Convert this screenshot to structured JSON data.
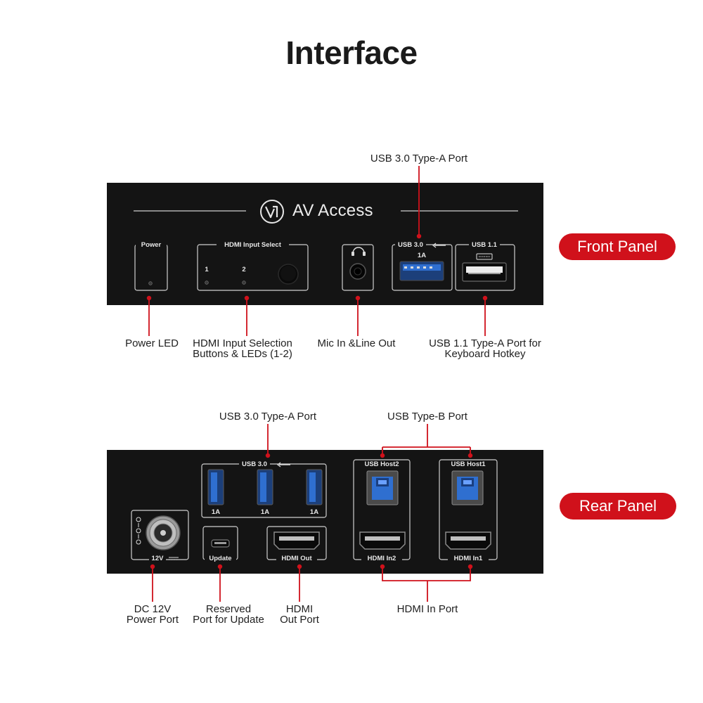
{
  "title": "Interface",
  "colors": {
    "accent": "#d0111b",
    "panel": "#141414",
    "outline": "#cfcfcf",
    "usb_blue": "#2f6fd0"
  },
  "front_panel": {
    "pill": "Front Panel",
    "brand": "AV Access",
    "silk": {
      "power": "Power",
      "hdmi_select": "HDMI Input Select",
      "btn1": "1",
      "btn2": "2",
      "usb30": "USB 3.0",
      "usb30_current": "1A",
      "usb11": "USB 1.1"
    },
    "callouts": {
      "usb30_top": "USB 3.0 Type-A Port",
      "power_led": "Power LED",
      "hdmi_sel_1": "HDMI Input Selection",
      "hdmi_sel_2": "Buttons & LEDs (1-2)",
      "mic": "Mic In &Line Out",
      "usb11_1": "USB 1.1 Type-A Port for",
      "usb11_2": "Keyboard Hotkey"
    }
  },
  "rear_panel": {
    "pill": "Rear Panel",
    "silk": {
      "usb30": "USB 3.0",
      "a1": "1A",
      "a2": "1A",
      "a3": "1A",
      "dc": "12V",
      "update": "Update",
      "hdmi_out": "HDMI Out",
      "host2": "USB Host2",
      "host1": "USB Host1",
      "hdmi_in2": "HDMI In2",
      "hdmi_in1": "HDMI In1"
    },
    "callouts": {
      "usb30_top": "USB 3.0 Type-A Port",
      "usbb_top": "USB Type-B Port",
      "dc_1": "DC 12V",
      "dc_2": "Power Port",
      "update_1": "Reserved",
      "update_2": "Port for Update",
      "hdmiout_1": "HDMI",
      "hdmiout_2": "Out Port",
      "hdmiin": "HDMI In Port"
    }
  }
}
